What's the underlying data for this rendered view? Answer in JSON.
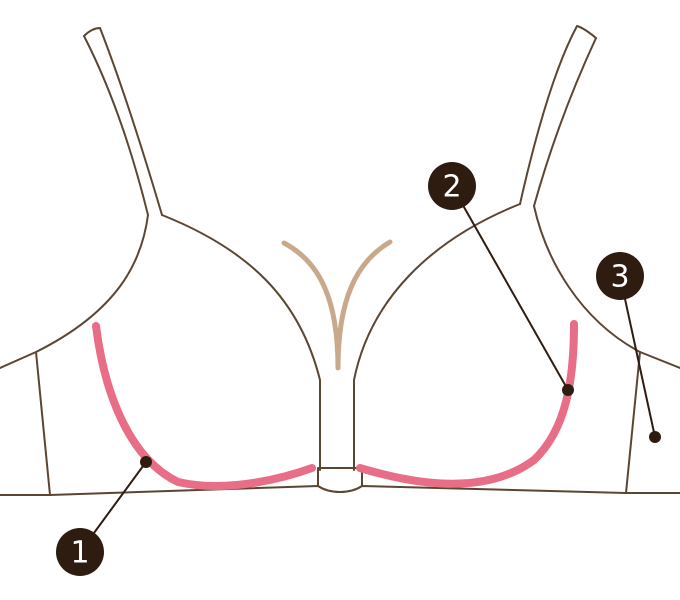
{
  "callouts": [
    {
      "number": "1"
    },
    {
      "number": "2"
    },
    {
      "number": "3"
    }
  ],
  "colors": {
    "outline": "#5b4632",
    "underwire": "#e86d86",
    "center_bone": "#c9a98b",
    "callout": "#2e1c10"
  }
}
